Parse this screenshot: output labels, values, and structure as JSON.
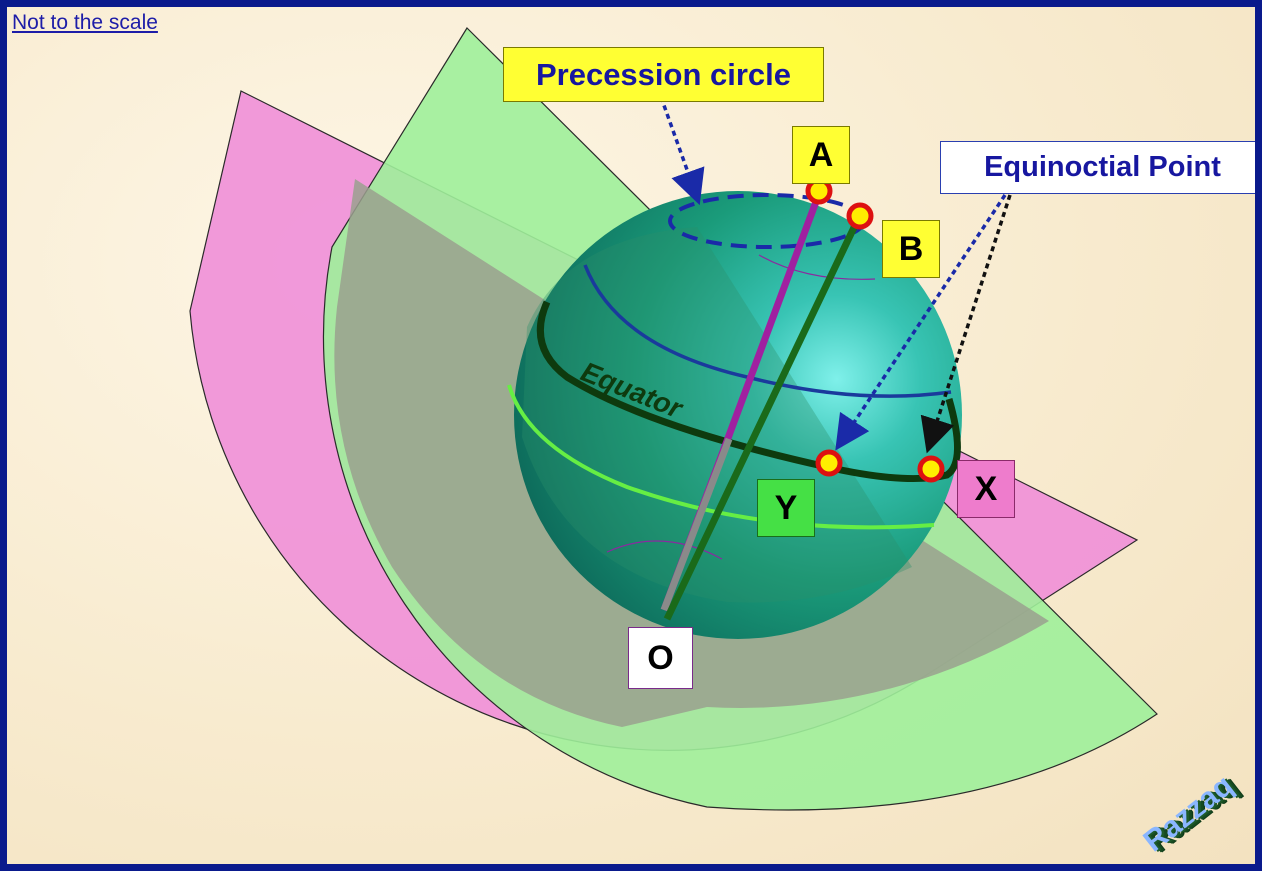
{
  "note": "Not to the scale",
  "labels": {
    "precession_circle": "Precession circle",
    "equinoctial_point": "Equinoctial Point",
    "point_a": "A",
    "point_b": "B",
    "point_x": "X",
    "point_y": "Y",
    "point_o": "O",
    "equator": "Equator"
  },
  "watermark": "Razzaq",
  "colors": {
    "frame": "#0a1a8c",
    "magenta_plane": "#f08fd8",
    "green_plane": "#9ef09a",
    "sphere": "#1a9b7a",
    "axis_a": "#a020a0",
    "axis_b": "#1a6a1a",
    "equator_line": "#0e3a0e",
    "precession_circle": "#1a2aa8",
    "marker": "#ffee00",
    "marker_ring": "#dd1111"
  }
}
